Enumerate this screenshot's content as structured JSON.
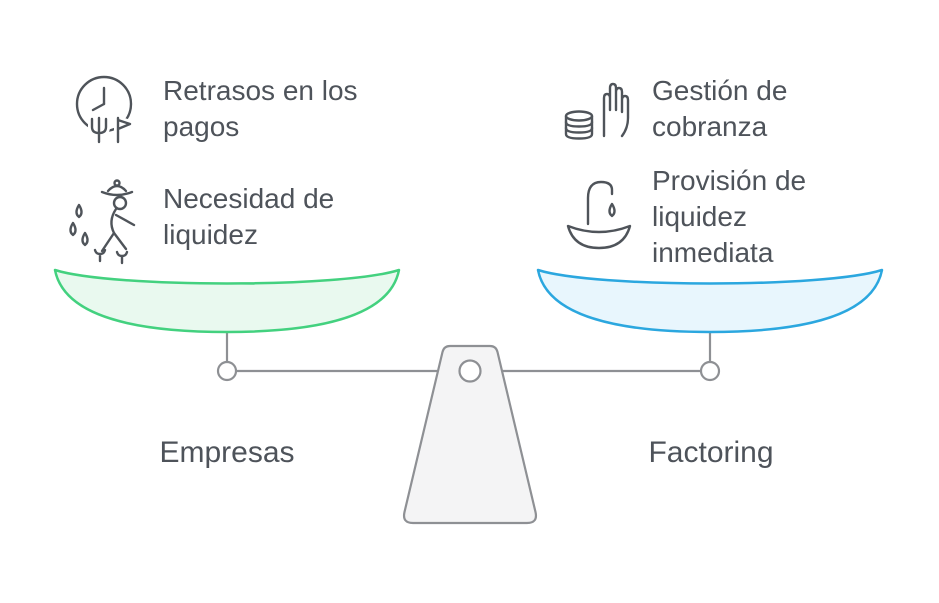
{
  "left": {
    "items": [
      {
        "icon": "clock-delay-icon",
        "label": "Retrasos en los pagos"
      },
      {
        "icon": "farmer-watering-icon",
        "label": "Necesidad de liquidez"
      }
    ],
    "label": "Empresas",
    "pan": {
      "fill": "#e9f9ef",
      "stroke": "#43d17f"
    }
  },
  "right": {
    "items": [
      {
        "icon": "hand-coins-icon",
        "label": "Gestión de cobranza"
      },
      {
        "icon": "water-tap-icon",
        "label": "Provisión de liquidez inmediata"
      }
    ],
    "label": "Factoring",
    "pan": {
      "fill": "#e8f6fd",
      "stroke": "#2ba7df"
    }
  },
  "colors": {
    "line_gray": "#8e9094",
    "fulcrum_fill": "#f4f4f5",
    "text_gray": "#4e535a"
  }
}
